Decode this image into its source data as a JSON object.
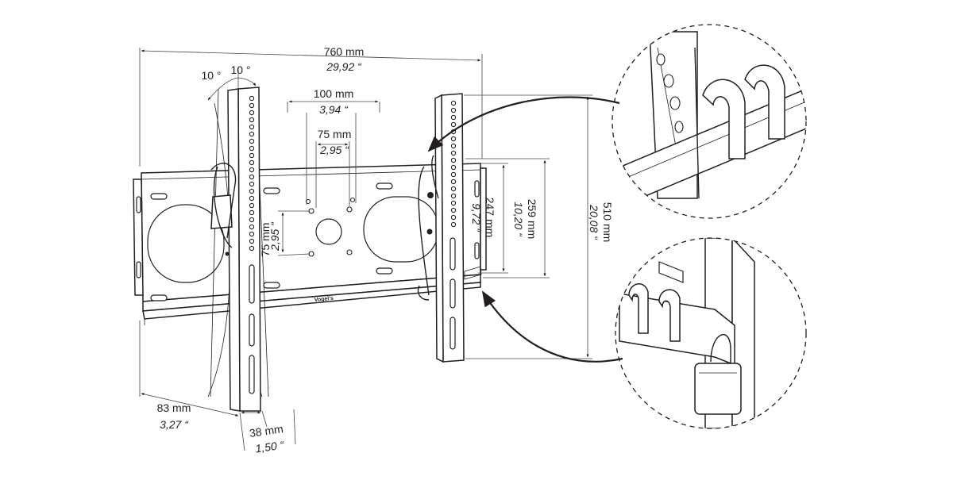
{
  "dimensions": {
    "width_total": {
      "metric": "760 mm",
      "imperial": "29,92 “"
    },
    "vesa_h_100": {
      "metric": "100 mm",
      "imperial": "3,94 “"
    },
    "vesa_h_75": {
      "metric": "75 mm",
      "imperial": "2,95 “"
    },
    "vesa_v_75": {
      "metric": "75 mm",
      "imperial": "2,95 “"
    },
    "height_247": {
      "metric": "247 mm",
      "imperial": "9,72 “"
    },
    "height_259": {
      "metric": "259 mm",
      "imperial": "10,20 “"
    },
    "height_510": {
      "metric": "510 mm",
      "imperial": "20,08 “"
    },
    "depth_83": {
      "metric": "83 mm",
      "imperial": "3,27 “"
    },
    "depth_38": {
      "metric": "38 mm",
      "imperial": "1,50 “"
    },
    "tilt_left": "10 °",
    "tilt_right": "10 °"
  },
  "brand_mark": "Vogel's",
  "icons": {
    "mount": "tv-wall-mount-diagram",
    "hook_detail": "hook-detail-circle",
    "lock_detail": "padlock-detail-circle"
  },
  "colors": {
    "line": "#231f20",
    "background": "#ffffff"
  }
}
